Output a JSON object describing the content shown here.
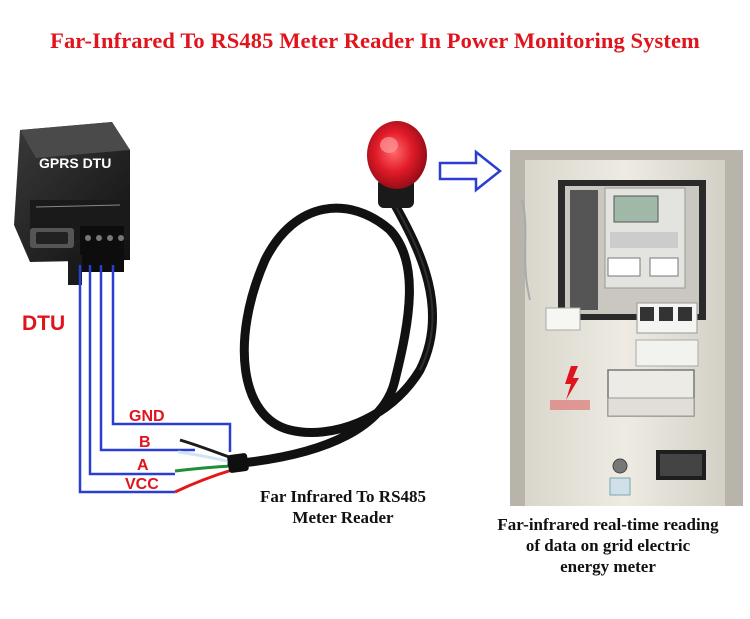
{
  "title": "Far-Infrared To RS485 Meter Reader In Power Monitoring System",
  "dtu": {
    "device_label": "GPRS  DTU",
    "side_label": "DTU"
  },
  "wires": {
    "gnd": "GND",
    "b": "B",
    "a": "A",
    "vcc": "VCC"
  },
  "captions": {
    "reader_line1": "Far Infrared To RS485",
    "reader_line2": "Meter Reader",
    "meter_line1": "Far-infrared real-time reading",
    "meter_line2": "of data on grid electric",
    "meter_line3": "energy meter"
  },
  "colors": {
    "title": "#e0141c",
    "wire_blue": "#2a3fd0",
    "arrow": "#2a3fd0",
    "probe_red": "#e21b2a"
  }
}
